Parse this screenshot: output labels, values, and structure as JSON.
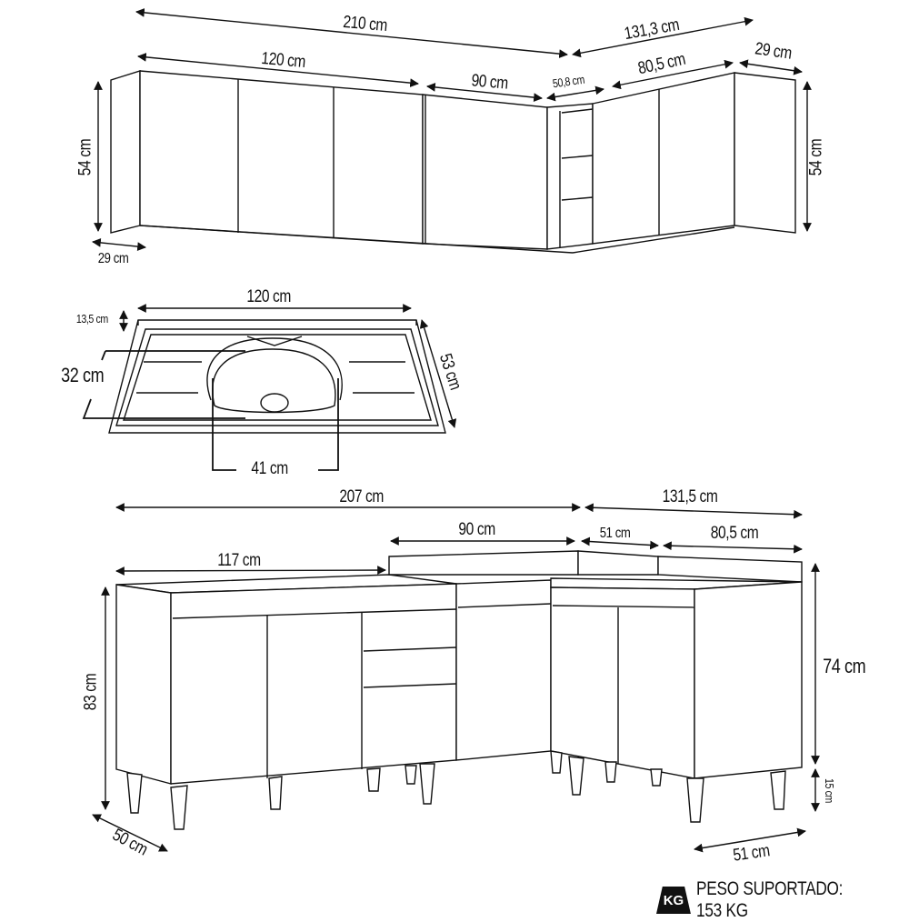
{
  "upper_cabinets": {
    "total_width_left": "210 cm",
    "total_width_right": "131,3 cm",
    "section_1_width": "120 cm",
    "section_2_width": "90 cm",
    "corner_width": "50,8 cm",
    "section_3_width": "80,5 cm",
    "depth_right": "29 cm",
    "depth_left": "29 cm",
    "height_left": "54 cm",
    "height_right": "54 cm"
  },
  "sink": {
    "width": "120 cm",
    "backsplash_height": "13,5 cm",
    "depth": "53 cm",
    "bowl_depth": "32 cm",
    "bowl_width": "41 cm"
  },
  "lower_cabinets": {
    "total_width_left": "207 cm",
    "total_width_right": "131,5 cm",
    "section_1_width": "117 cm",
    "section_2_width": "90 cm",
    "corner_width": "51 cm",
    "section_3_width": "80,5 cm",
    "height_left": "83 cm",
    "height_right": "74 cm",
    "leg_height": "15 cm",
    "depth_left": "50 cm",
    "depth_right": "51 cm"
  },
  "weight": {
    "badge": "KG",
    "label": "PESO SUPORTADO: 153 KG"
  }
}
